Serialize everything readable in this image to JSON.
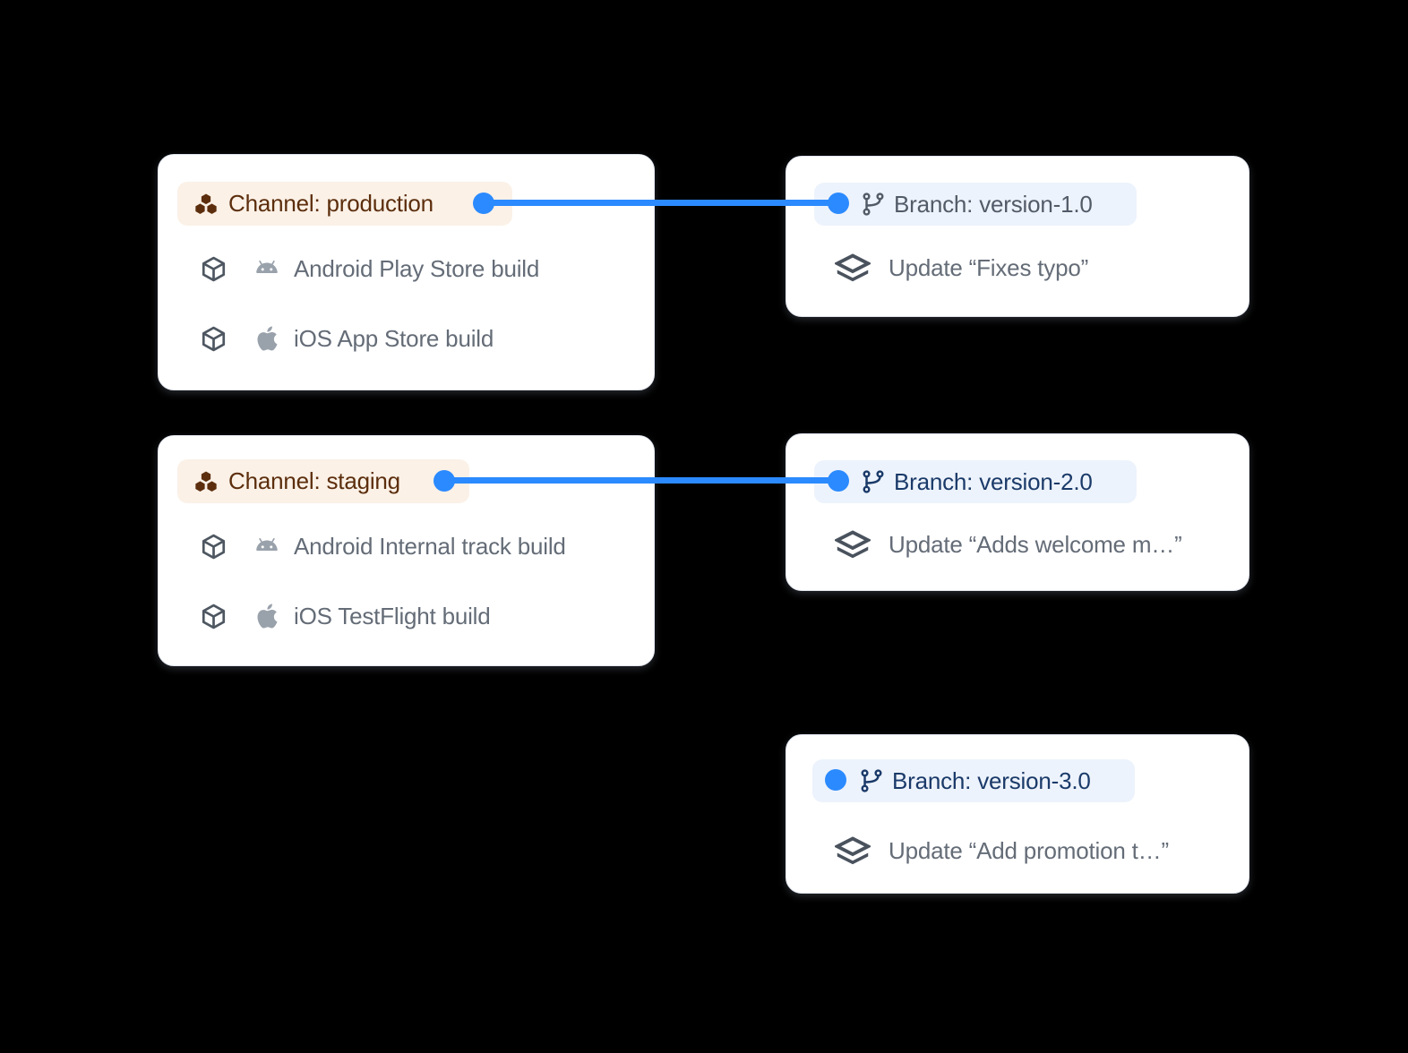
{
  "colors": {
    "accent": "#2B8AFF",
    "channel-bg": "#FBF1E7",
    "channel-fg": "#5C2E0D",
    "branch-bg": "#EDF3FC",
    "branch-fg": "#1A3A69",
    "branch-fg-muted": "#525B68",
    "row-fg": "#646C77",
    "cube-stroke": "#4E5761",
    "platform-fg": "#99A1AB",
    "update-icon": "#49525D",
    "card-bg": "#FFFFFF",
    "canvas-bg": "#000000"
  },
  "cards": {
    "production": {
      "channel_label": "Channel: production",
      "builds": [
        {
          "platform": "android",
          "label": "Android Play Store build"
        },
        {
          "platform": "apple",
          "label": "iOS App Store build"
        }
      ]
    },
    "staging": {
      "channel_label": "Channel: staging",
      "builds": [
        {
          "platform": "android",
          "label": "Android Internal track build"
        },
        {
          "platform": "apple",
          "label": "iOS TestFlight build"
        }
      ]
    },
    "branch1": {
      "branch_label": "Branch: version-1.0",
      "update_label": "Update “Fixes typo”"
    },
    "branch2": {
      "branch_label": "Branch: version-2.0",
      "update_label": "Update “Adds welcome m…”"
    },
    "branch3": {
      "branch_label": "Branch: version-3.0",
      "update_label": "Update “Add promotion t…”"
    }
  },
  "connections": [
    {
      "from": "Channel: production",
      "to": "Branch: version-1.0"
    },
    {
      "from": "Channel: staging",
      "to": "Branch: version-2.0"
    }
  ]
}
